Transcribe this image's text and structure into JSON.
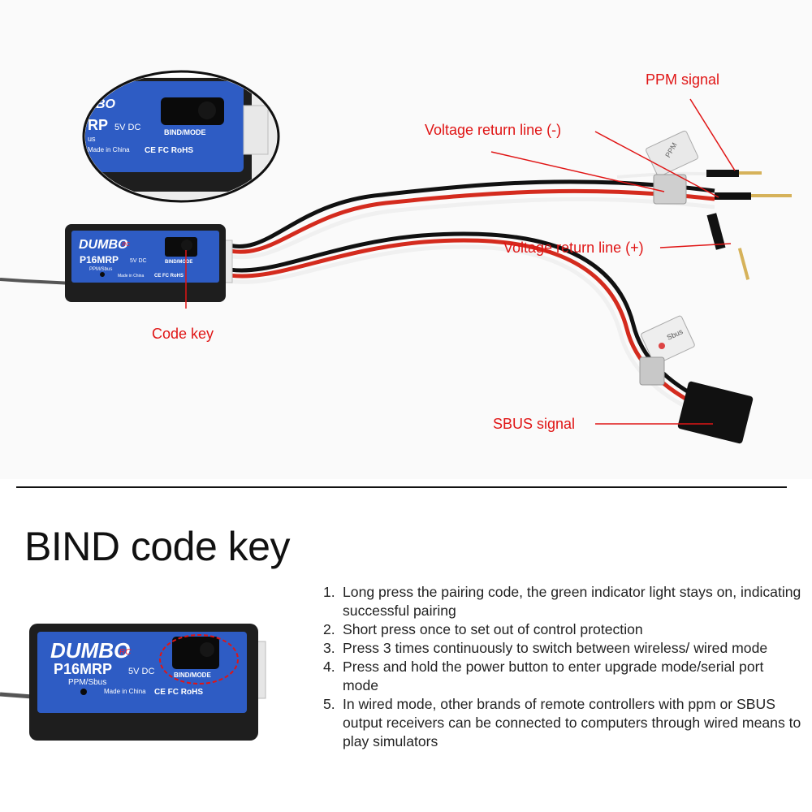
{
  "device": {
    "brand": "DUMBO RC",
    "brand_main": "DUMBO",
    "brand_suffix": "RC",
    "model": "P16MRP",
    "model_partial": "RP",
    "voltage": "5V DC",
    "protocol": "PPM/Sbus",
    "protocol_partial": "us",
    "bind_label": "BIND/MODE",
    "origin": "Made in China",
    "marks": "CE FC RoHS",
    "brand_partial": "BO"
  },
  "tags": {
    "ppm": "PPM",
    "sbus": "Sbus"
  },
  "callouts": {
    "ppm_signal": "PPM signal",
    "voltage_return_negative": "Voltage return line (-)",
    "voltage_return_positive": "Voltage return line (+)",
    "code_key": "Code key",
    "sbus_signal": "SBUS signal"
  },
  "section": {
    "title": "BIND code key"
  },
  "instructions": [
    {
      "num": "1.",
      "text": "Long press the pairing code, the green indicator light stays on, indicating successful pairing"
    },
    {
      "num": "2.",
      "text": "Short press once to set out of control protection"
    },
    {
      "num": "3.",
      "text": "Press 3 times continuously to switch between wireless/ wired mode"
    },
    {
      "num": "4.",
      "text": "Press and hold the power button to enter upgrade mode/serial port mode"
    },
    {
      "num": "5.",
      "text": "In wired mode, other brands of remote controllers with ppm or SBUS output receivers can be connected to computers through wired means to play simulators"
    }
  ],
  "colors": {
    "callout_red": "#e01515",
    "label_blue": "#2e5cc4",
    "housing": "#1e1e1e"
  }
}
